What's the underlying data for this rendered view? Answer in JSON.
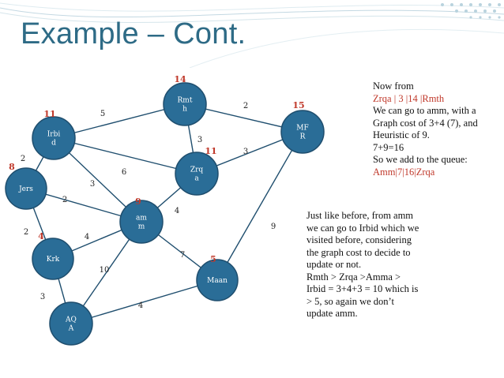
{
  "slide": {
    "title": "Example – Cont."
  },
  "graph": {
    "nodes": [
      {
        "id": "rmth",
        "lines": [
          "Rmt",
          "h"
        ],
        "heuristic": "14"
      },
      {
        "id": "irbid",
        "lines": [
          "Irbi",
          "d"
        ],
        "heuristic": "11"
      },
      {
        "id": "mfr",
        "lines": [
          "MF",
          "R"
        ],
        "heuristic": "15"
      },
      {
        "id": "zrqa",
        "lines": [
          "Zrq",
          "a"
        ],
        "heuristic": "11"
      },
      {
        "id": "jers",
        "lines": [
          "Jers"
        ],
        "heuristic": "8"
      },
      {
        "id": "amm",
        "lines": [
          "am",
          "m"
        ],
        "heuristic": "9"
      },
      {
        "id": "krk",
        "lines": [
          "Krk"
        ],
        "heuristic": "4"
      },
      {
        "id": "maan",
        "lines": [
          "Maan"
        ],
        "heuristic": "5"
      },
      {
        "id": "aqa",
        "lines": [
          "AQ",
          "A"
        ],
        "heuristic": ""
      }
    ],
    "edges": [
      {
        "from": "irbid",
        "to": "rmth",
        "weight": "5"
      },
      {
        "from": "rmth",
        "to": "mfr",
        "weight": "2"
      },
      {
        "from": "rmth",
        "to": "zrqa",
        "weight": "3"
      },
      {
        "from": "irbid",
        "to": "zrqa",
        "weight": "6"
      },
      {
        "from": "zrqa",
        "to": "mfr",
        "weight": "3"
      },
      {
        "from": "jers",
        "to": "irbid",
        "weight": "2"
      },
      {
        "from": "irbid",
        "to": "amm",
        "weight": "3"
      },
      {
        "from": "jers",
        "to": "amm",
        "weight": "2"
      },
      {
        "from": "zrqa",
        "to": "amm",
        "weight": "4"
      },
      {
        "from": "jers",
        "to": "krk",
        "weight": "2"
      },
      {
        "from": "krk",
        "to": "amm",
        "weight": "4"
      },
      {
        "from": "amm",
        "to": "maan",
        "weight": "7"
      },
      {
        "from": "mfr",
        "to": "maan",
        "weight": "9"
      },
      {
        "from": "amm",
        "to": "aqa",
        "weight": "10"
      },
      {
        "from": "krk",
        "to": "aqa",
        "weight": "3"
      },
      {
        "from": "aqa",
        "to": "maan",
        "weight": "4"
      }
    ]
  },
  "panel_top": {
    "line1": "Now from",
    "line2": "Zrqa  | 3 |14 |Rmth",
    "line3": "We can go to amm, with a",
    "line4": "Graph cost of 3+4 (7), and",
    "line5": "Heuristic of 9.",
    "line6": "7+9=16",
    "line7": "So we add to the queue:",
    "line8": "Amm|7|16|Zrqa"
  },
  "panel_bottom": {
    "line1": "Just like before, from amm",
    "line2": "we can go to Irbid which we",
    "line3": "visited before, considering",
    "line4": "the graph cost to decide to",
    "line5": "update or not.",
    "line6": "Rmth > Zrqa  >Amma >",
    "line7": "Irbid = 3+4+3 = 10 which is",
    "line8": "> 5, so again we don’t",
    "line9": "update amm."
  },
  "colors": {
    "title": "#2e6b86",
    "node_fill": "#2a6d97",
    "edge": "#1f4e6e",
    "heuristic": "#c0392b",
    "highlight_text": "#c0392b"
  }
}
